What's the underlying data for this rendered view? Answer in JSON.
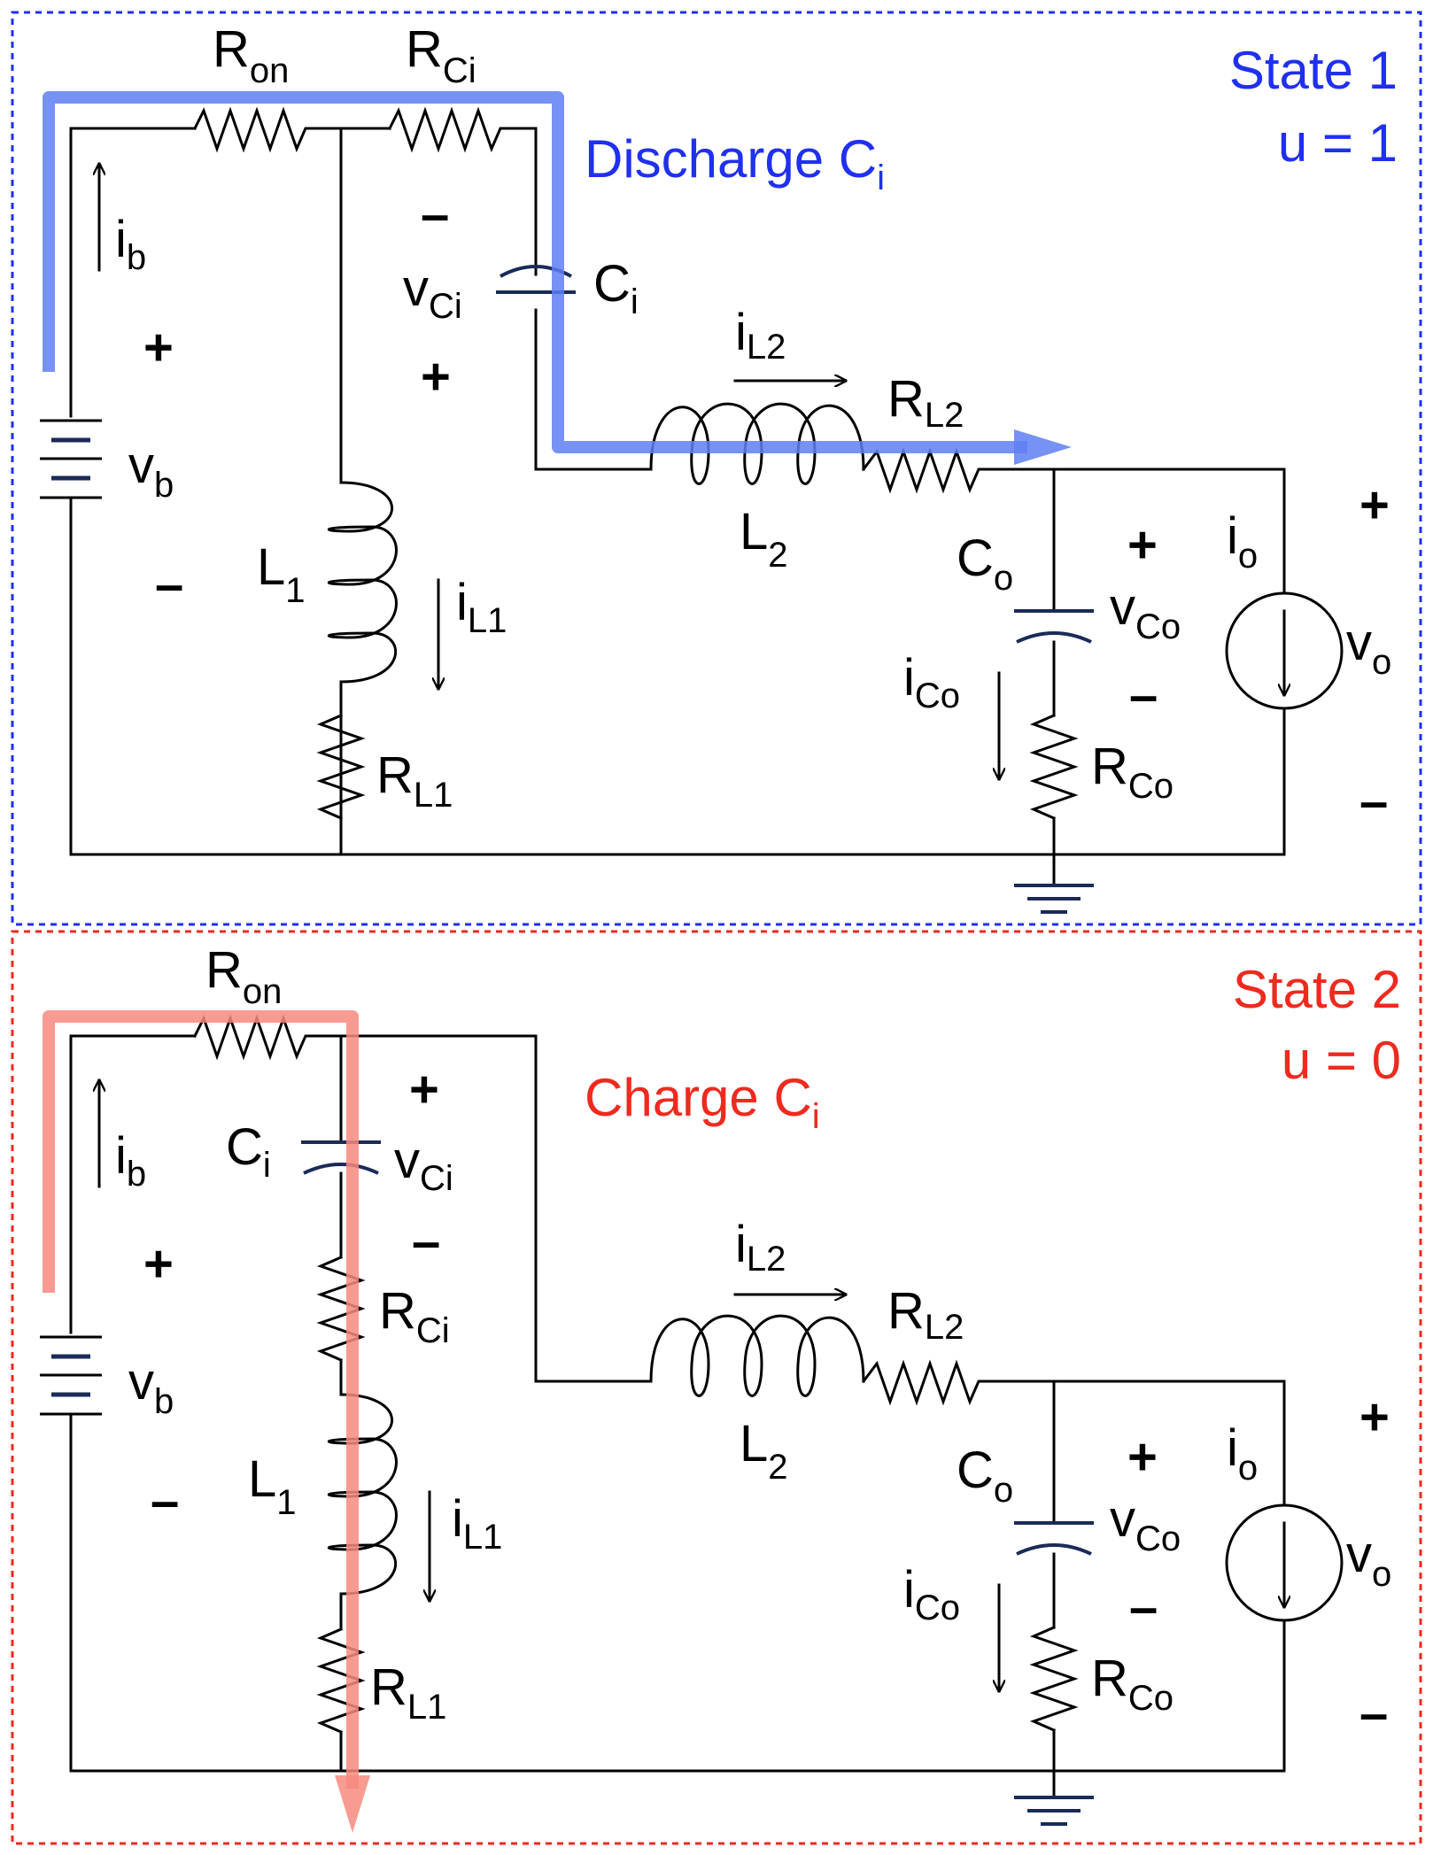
{
  "colors": {
    "state1": "#1f30ee",
    "state1_path": "#5f7ff3",
    "state2": "#ee2a1f",
    "state2_path": "#f7897f",
    "capacitor": "#1a2b57",
    "ground": "#1a2b57"
  },
  "state1": {
    "title": "State 1",
    "control": "u = 1",
    "path_label": "Discharge C",
    "path_label_sub": "i",
    "labels": {
      "ron": "R",
      "ron_sub": "on",
      "rci": "R",
      "rci_sub": "Ci",
      "ib": "i",
      "ib_sub": "b",
      "vb": "v",
      "vb_sub": "b",
      "vci": "v",
      "vci_sub": "Ci",
      "ci": "C",
      "ci_sub": "i",
      "il2": "i",
      "il2_sub": "L2",
      "rl2": "R",
      "rl2_sub": "L2",
      "l2": "L",
      "l2_sub": "2",
      "l1": "L",
      "l1_sub": "1",
      "il1": "i",
      "il1_sub": "L1",
      "rl1": "R",
      "rl1_sub": "L1",
      "co": "C",
      "co_sub": "o",
      "vco": "v",
      "vco_sub": "Co",
      "ico": "i",
      "ico_sub": "Co",
      "rco": "R",
      "rco_sub": "Co",
      "io": "i",
      "io_sub": "o",
      "vo": "v",
      "vo_sub": "o",
      "plus": "+",
      "minus": "–"
    }
  },
  "state2": {
    "title": "State 2",
    "control": "u = 0",
    "path_label": "Charge C",
    "path_label_sub": "i",
    "labels": {
      "ron": "R",
      "ron_sub": "on",
      "ib": "i",
      "ib_sub": "b",
      "vb": "v",
      "vb_sub": "b",
      "ci": "C",
      "ci_sub": "i",
      "vci": "v",
      "vci_sub": "Ci",
      "rci": "R",
      "rci_sub": "Ci",
      "l1": "L",
      "l1_sub": "1",
      "il1": "i",
      "il1_sub": "L1",
      "rl1": "R",
      "rl1_sub": "L1",
      "il2": "i",
      "il2_sub": "L2",
      "rl2": "R",
      "rl2_sub": "L2",
      "l2": "L",
      "l2_sub": "2",
      "co": "C",
      "co_sub": "o",
      "vco": "v",
      "vco_sub": "Co",
      "ico": "i",
      "ico_sub": "Co",
      "rco": "R",
      "rco_sub": "Co",
      "io": "i",
      "io_sub": "o",
      "vo": "v",
      "vo_sub": "o",
      "plus": "+",
      "minus": "–"
    }
  }
}
